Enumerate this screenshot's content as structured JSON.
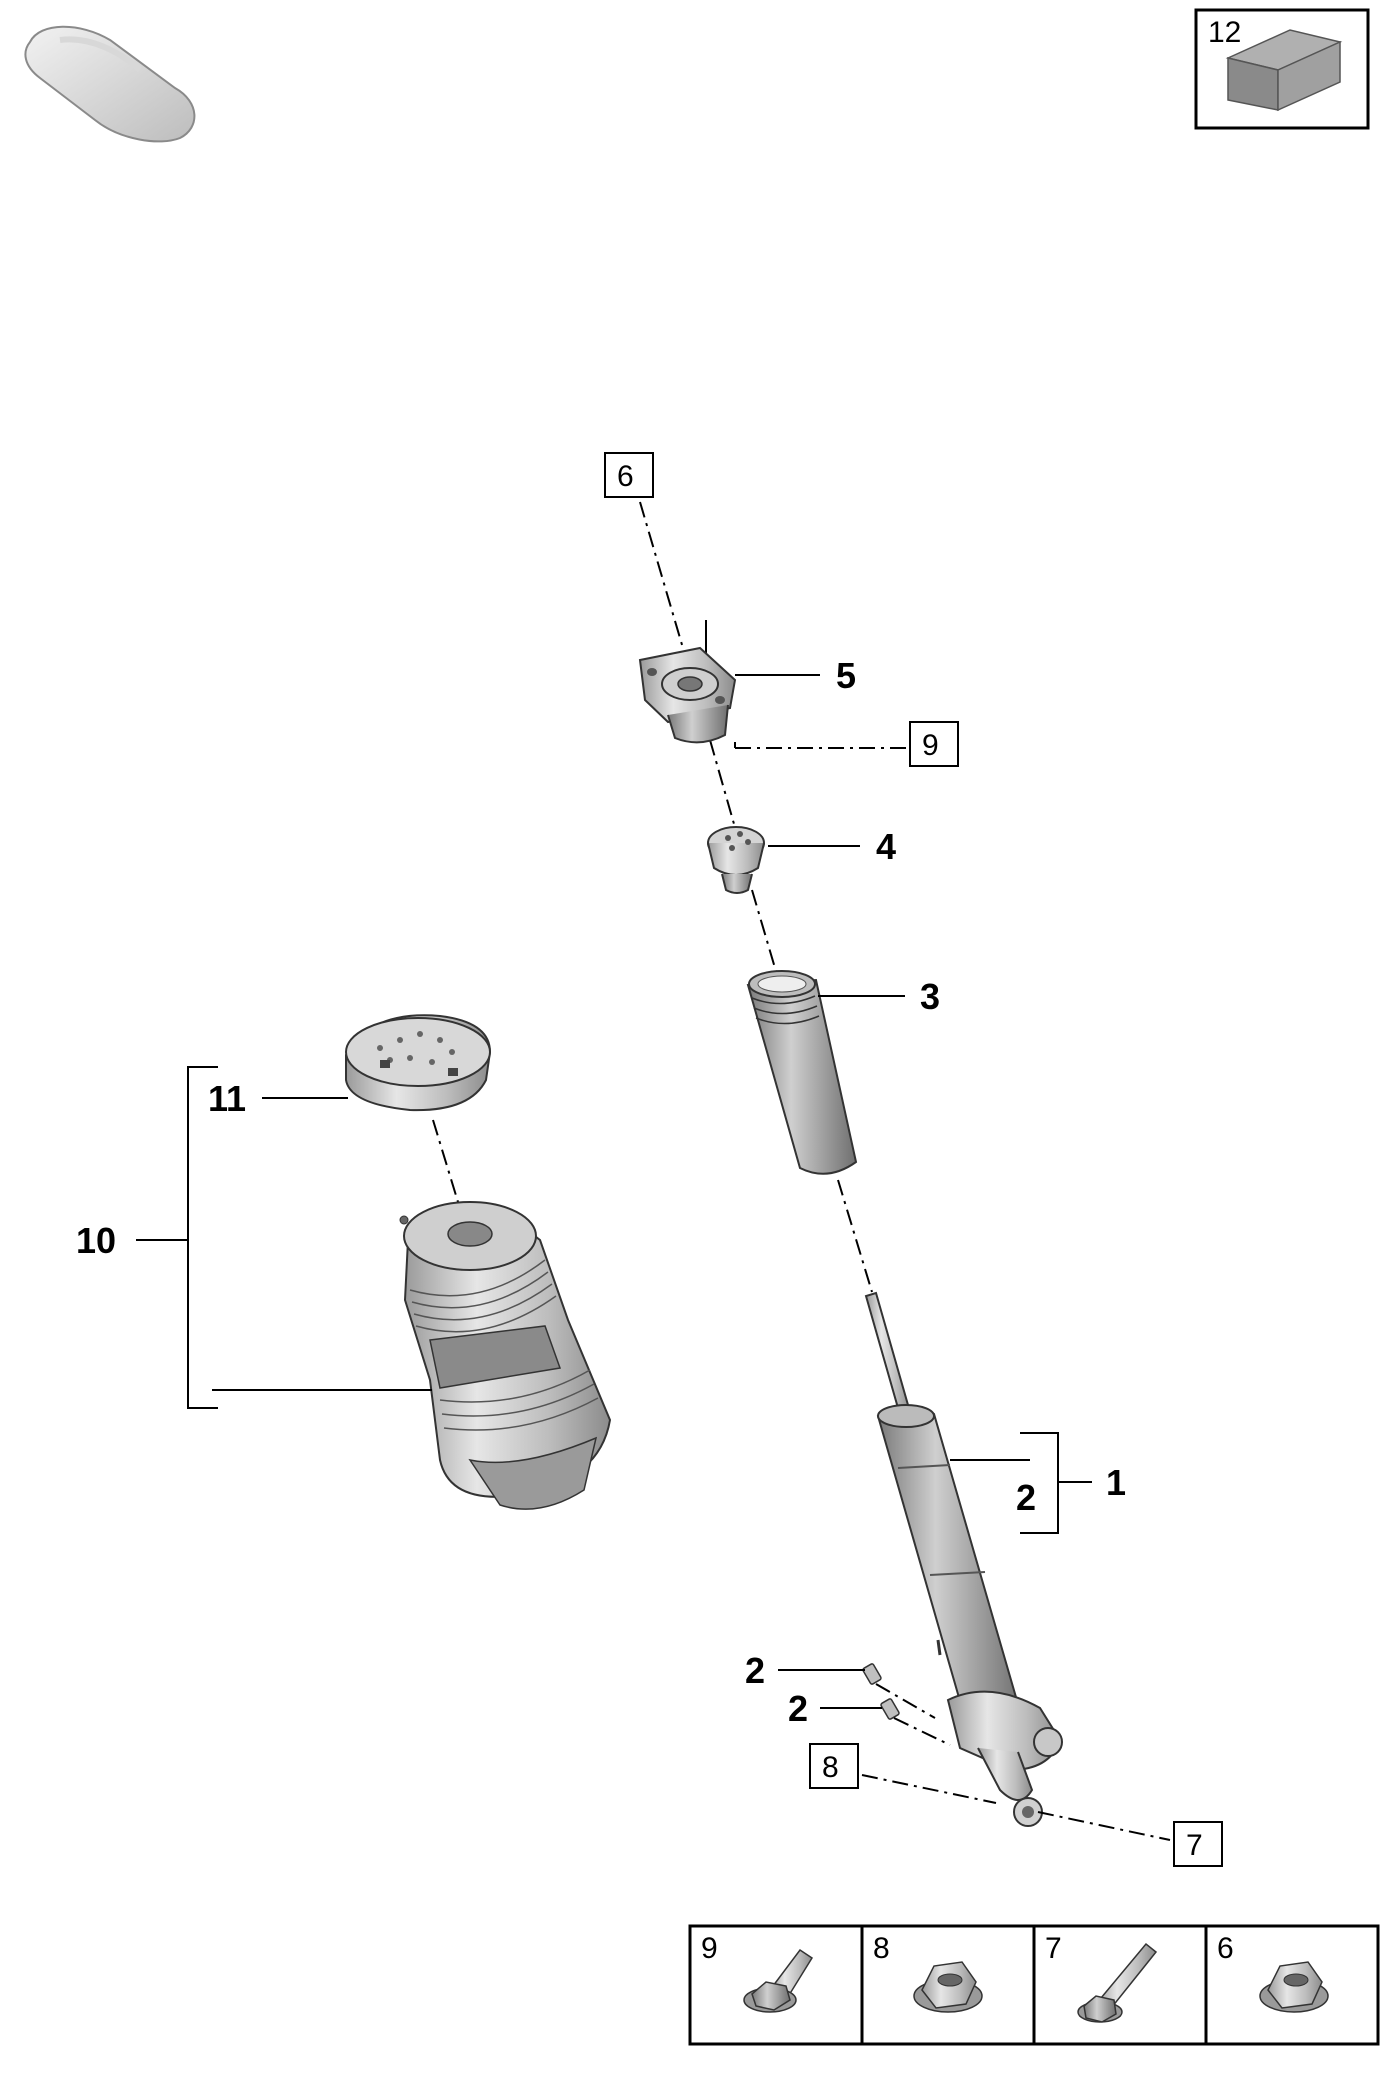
{
  "callouts": {
    "c1": "1",
    "c2_bracket": "2",
    "c2_upper": "2",
    "c2_lower": "2",
    "c3": "3",
    "c4": "4",
    "c5": "5",
    "c10": "10",
    "c11": "11"
  },
  "ref_boxes": {
    "top_6": "6",
    "mount_9": "9",
    "bottom_8": "8",
    "bottom_7": "7",
    "accessory_12": "12"
  },
  "hardware_legend": [
    {
      "number": "9",
      "icon": "flange-bolt-icon"
    },
    {
      "number": "8",
      "icon": "flange-nut-icon"
    },
    {
      "number": "7",
      "icon": "long-bolt-icon"
    },
    {
      "number": "6",
      "icon": "flange-nut-icon"
    }
  ]
}
